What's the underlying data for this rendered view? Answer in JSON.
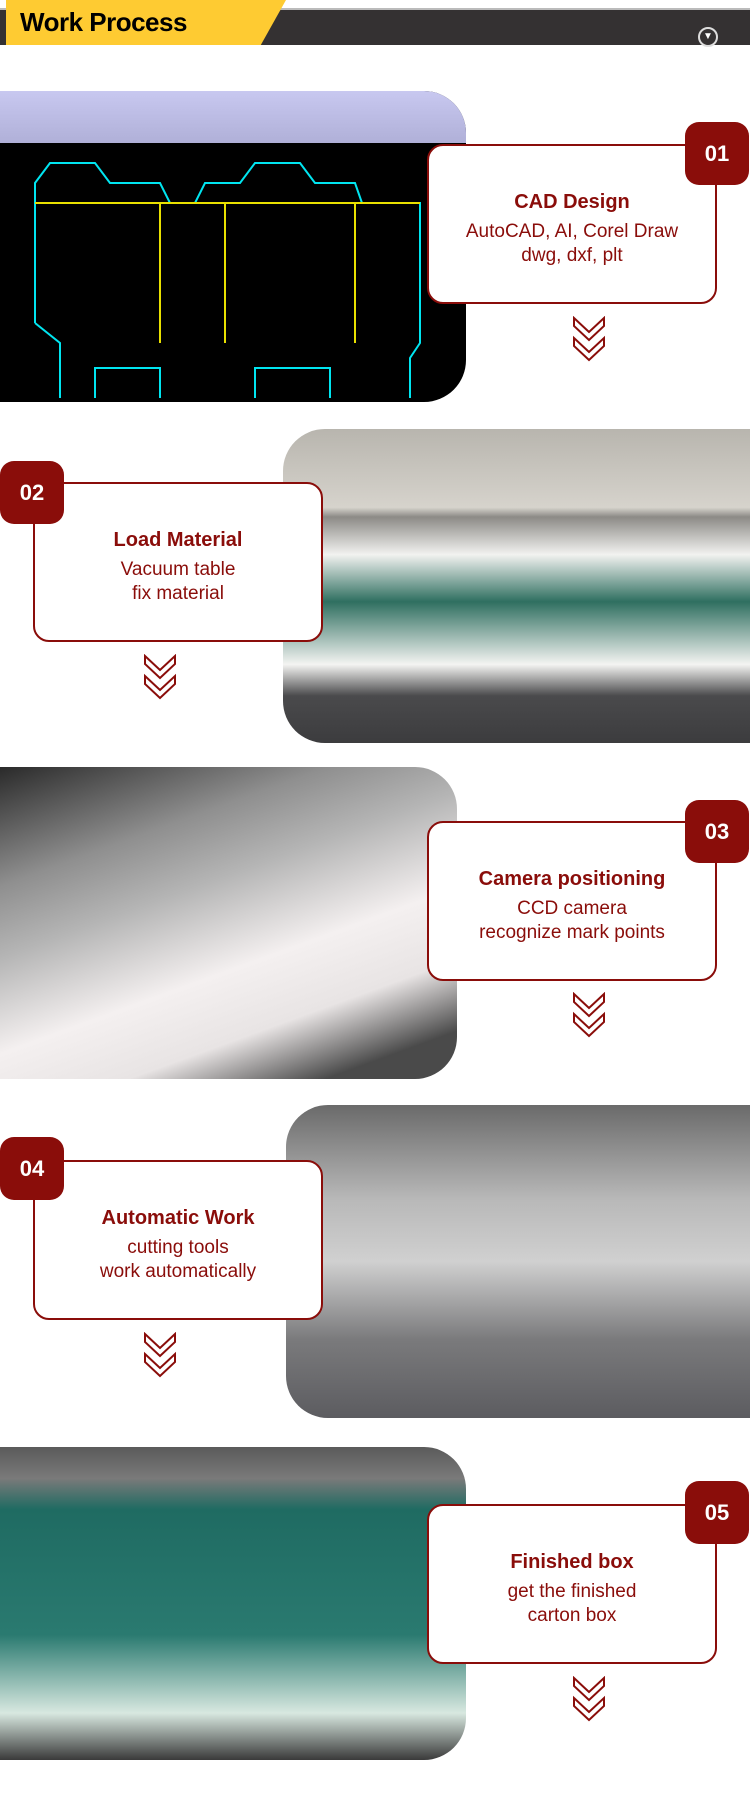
{
  "header": {
    "title": "Work Process",
    "icon": "chevron-circle-down-icon"
  },
  "colors": {
    "accent": "#8a0d0a",
    "header_yellow": "#fecb32",
    "header_dark": "#343132"
  },
  "steps": [
    {
      "number": "01",
      "title": "CAD Design",
      "lines": [
        "AutoCAD, AI, Corel Draw",
        "dwg, dxf, plt"
      ]
    },
    {
      "number": "02",
      "title": "Load Material",
      "lines": [
        "Vacuum table",
        "fix material"
      ]
    },
    {
      "number": "03",
      "title": "Camera positioning",
      "lines": [
        "CCD camera",
        "recognize mark points"
      ]
    },
    {
      "number": "04",
      "title": "Automatic Work",
      "lines": [
        "cutting tools",
        "work automatically"
      ]
    },
    {
      "number": "05",
      "title": "Finished box",
      "lines": [
        "get the finished",
        "carton box"
      ]
    }
  ]
}
